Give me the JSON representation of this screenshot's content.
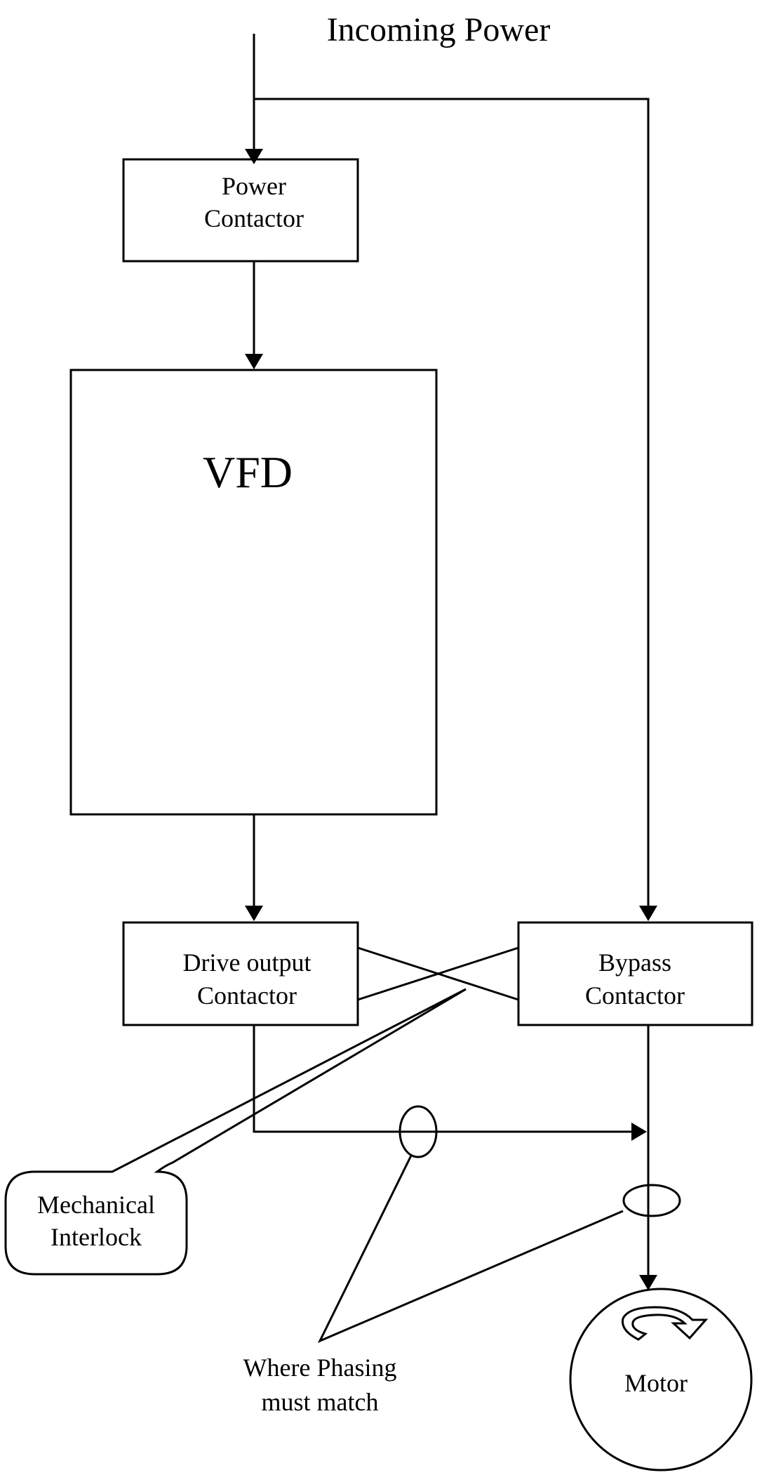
{
  "labels": {
    "incoming_power": "Incoming Power",
    "power_contactor": [
      "Power",
      "Contactor"
    ],
    "vfd": "VFD",
    "drive_output_contactor": [
      "Drive output",
      "Contactor"
    ],
    "bypass_contactor": [
      "Bypass",
      "Contactor"
    ],
    "mechanical_interlock": [
      "Mechanical",
      "Interlock"
    ],
    "phasing_note": [
      "Where Phasing",
      "must match"
    ],
    "motor": "Motor"
  },
  "icons": {
    "motor_rotation": "rotation-arrow-icon"
  }
}
